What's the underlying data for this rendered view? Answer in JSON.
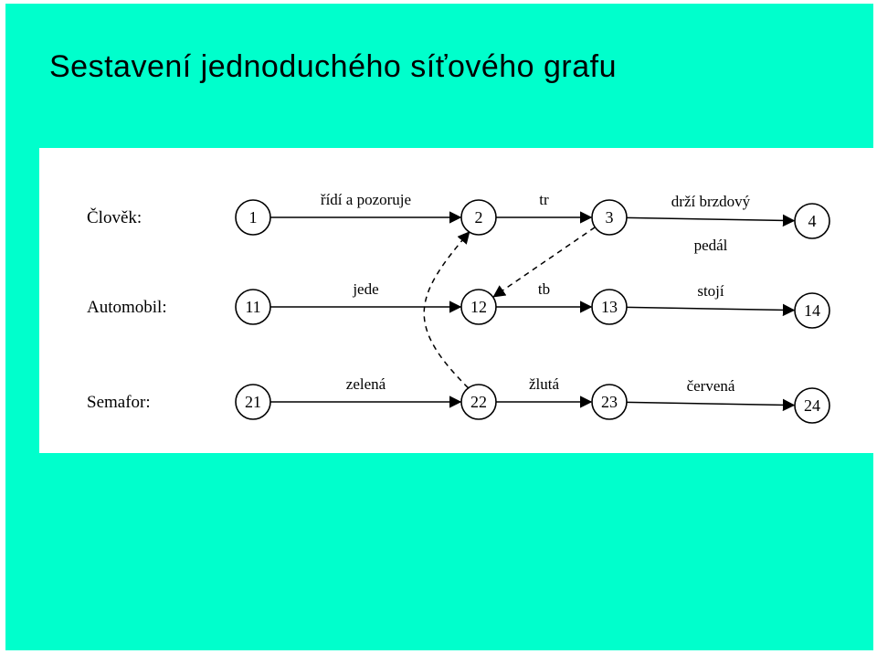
{
  "title": "Sestavení jednoduchého síťového grafu",
  "colors": {
    "background": "#00ffcc",
    "panel": "#ffffff",
    "ink": "#000000"
  },
  "rows": [
    {
      "label": "Člověk:",
      "nodes": [
        "1",
        "2",
        "3",
        "4"
      ],
      "edges": [
        {
          "from": "1",
          "to": "2",
          "label": "řídí a pozoruje"
        },
        {
          "from": "2",
          "to": "3",
          "label": "tr"
        },
        {
          "from": "3",
          "to": "4",
          "label": "drží brzdový",
          "label2": "pedál"
        }
      ]
    },
    {
      "label": "Automobil:",
      "nodes": [
        "11",
        "12",
        "13",
        "14"
      ],
      "edges": [
        {
          "from": "11",
          "to": "12",
          "label": "jede"
        },
        {
          "from": "12",
          "to": "13",
          "label": "tb"
        },
        {
          "from": "13",
          "to": "14",
          "label": "stojí"
        }
      ]
    },
    {
      "label": "Semafor:",
      "nodes": [
        "21",
        "22",
        "23",
        "24"
      ],
      "edges": [
        {
          "from": "21",
          "to": "22",
          "label": "zelená"
        },
        {
          "from": "22",
          "to": "23",
          "label": "žlutá"
        },
        {
          "from": "23",
          "to": "24",
          "label": "červená"
        }
      ]
    }
  ],
  "dependencies": [
    {
      "from": "22",
      "to": "2"
    },
    {
      "from": "3",
      "to": "12"
    }
  ]
}
